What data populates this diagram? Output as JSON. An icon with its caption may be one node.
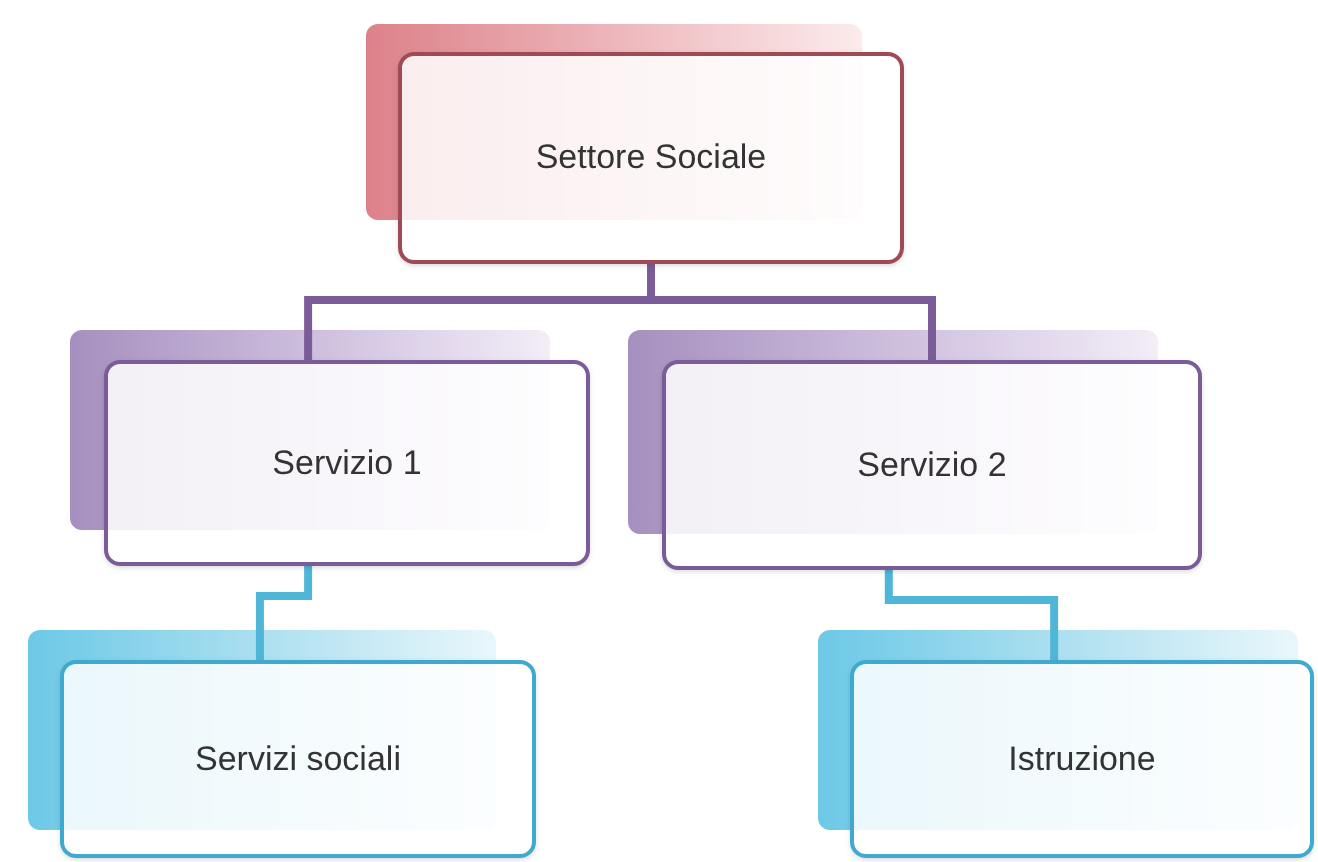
{
  "diagram": {
    "nodes": [
      {
        "text": [
          "Settore Sociale"
        ]
      },
      {
        "text": [
          "Servizio 1"
        ]
      },
      {
        "text": [
          "Servizio 2"
        ]
      },
      {
        "text": [
          "Servizi sociali"
        ]
      },
      {
        "text": [
          "Istruzione"
        ]
      }
    ],
    "edges": [
      {
        "from": 0,
        "to": 1,
        "arrow": "none",
        "color": "#7b5c99"
      },
      {
        "from": 0,
        "to": 2,
        "arrow": "none",
        "color": "#7b5c99"
      },
      {
        "from": 1,
        "to": 3,
        "arrow": "none",
        "color": "#4fb6d8"
      },
      {
        "from": 2,
        "to": 4,
        "arrow": "none",
        "color": "#4fb6d8"
      }
    ]
  }
}
